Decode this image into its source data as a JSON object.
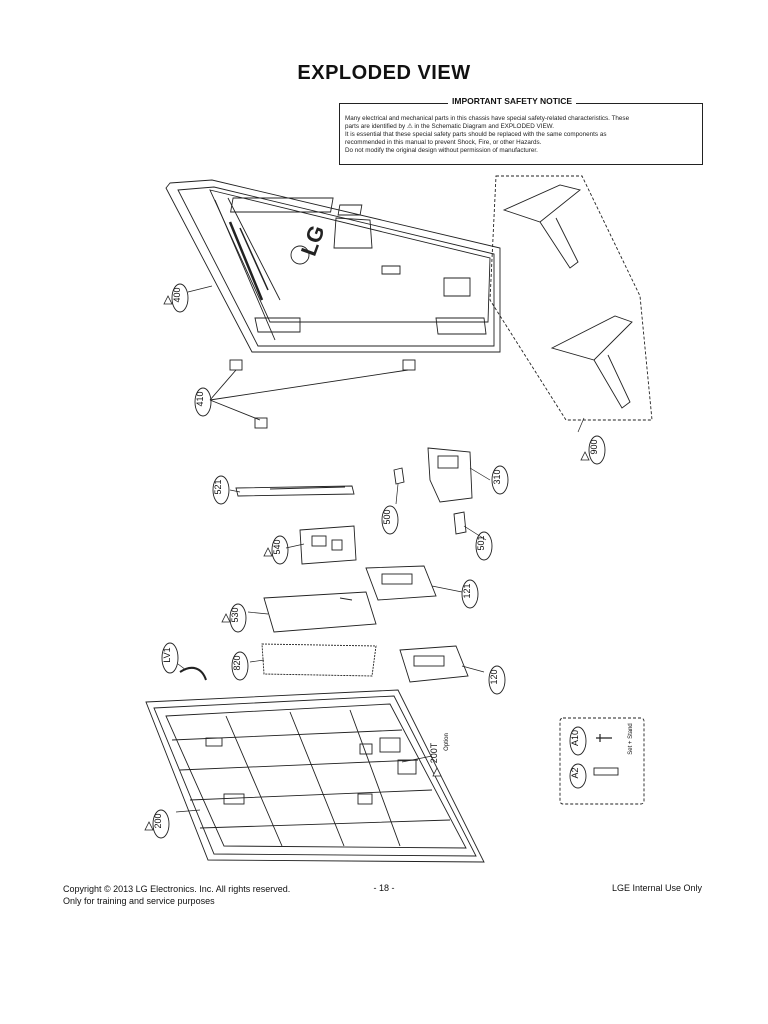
{
  "title": "EXPLODED VIEW",
  "notice": {
    "heading": "IMPORTANT SAFETY NOTICE",
    "lines": [
      "Many electrical and mechanical parts in this chassis have special safety-related characteristics. These",
      "parts are identified by ⚠ in the Schematic Diagram and EXPLODED VIEW.",
      "It is essential that these special safety parts should be replaced with the same components as",
      "recommended in this manual to prevent Shock, Fire, or other Hazards.",
      "Do not modify the original design without permission of manufacturer."
    ]
  },
  "parts": {
    "p400": "400",
    "p410": "410",
    "p900": "900",
    "p310": "310",
    "p521": "521",
    "p500": "500",
    "p501": "501",
    "p540": "540",
    "p121": "121",
    "p530": "530",
    "pLV1": "LV1",
    "p820": "820",
    "p120": "120",
    "p200T": "200T",
    "p200T_note": "Option",
    "p200": "200",
    "pA10": "A10",
    "pA10_note": "Set + Stand",
    "pA2": "A2"
  },
  "logo_text": "LG",
  "footer": {
    "copyright": "Copyright  © 2013  LG Electronics. Inc. All rights reserved.",
    "purpose": "Only for training and service purposes",
    "page": "- 18 -",
    "internal": "LGE Internal Use Only"
  }
}
